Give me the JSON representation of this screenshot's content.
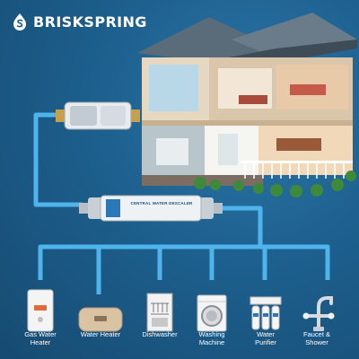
{
  "brand": {
    "name": "BRISKSPRING",
    "logo_icon": "droplet-s-icon"
  },
  "devices": {
    "descaler_label": "CENTRAL WATER DESCALER"
  },
  "appliances": [
    {
      "label": "Gas Water\nHeater",
      "icon": "gas-water-heater-icon"
    },
    {
      "label": "Water Heater",
      "icon": "water-heater-icon"
    },
    {
      "label": "Dishwasher",
      "icon": "dishwasher-icon"
    },
    {
      "label": "Washing\nMachine",
      "icon": "washing-machine-icon"
    },
    {
      "label": "Water\nPurifier",
      "icon": "water-purifier-icon"
    },
    {
      "label": "Faucet &\nShower",
      "icon": "faucet-icon"
    }
  ],
  "colors": {
    "background": "#1b5b86",
    "pipe": "#4fb3ec",
    "text": "#ffffff"
  }
}
